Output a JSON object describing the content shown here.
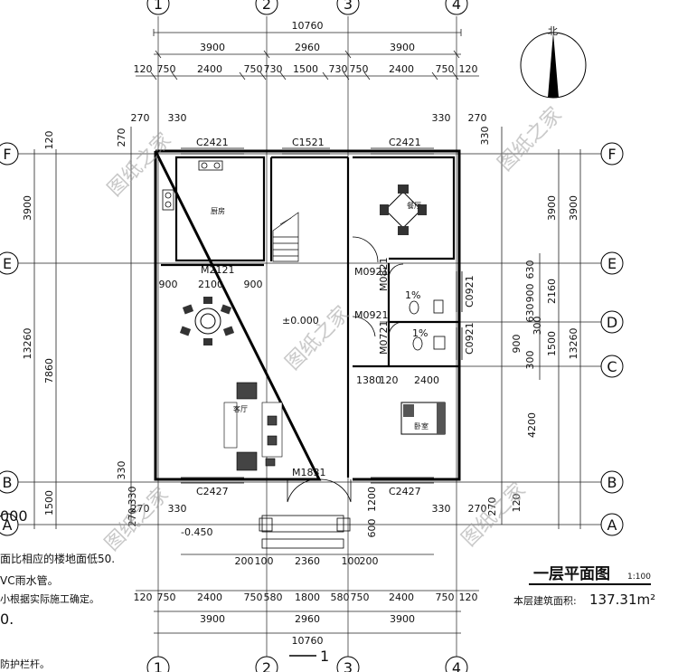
{
  "axes": {
    "cols": [
      "1",
      "2",
      "3",
      "4"
    ],
    "rows": [
      "F",
      "E",
      "D",
      "C",
      "B",
      "A"
    ]
  },
  "dims": {
    "top_total": "10760",
    "top_mid": [
      "3900",
      "2960",
      "3900"
    ],
    "top_detail": [
      "120",
      "750",
      "2400",
      "750",
      "730",
      "1500",
      "730",
      "750",
      "2400",
      "750",
      "120"
    ],
    "bottom_total": "10760",
    "bottom_mid": [
      "3900",
      "2960",
      "3900"
    ],
    "bottom_detail": [
      "120",
      "750",
      "2400",
      "750",
      "580",
      "1800",
      "580",
      "750",
      "2400",
      "750",
      "120"
    ],
    "step_row": [
      "200",
      "100",
      "2360",
      "100",
      "200"
    ],
    "left_outer": [
      "3900",
      "13260",
      "7860",
      "1500"
    ],
    "left_inner": [
      "120",
      "270",
      "330",
      "330",
      "270"
    ],
    "right_outer": [
      "3900",
      "13260"
    ],
    "right_inner": [
      "3900",
      "2160",
      "4200",
      "1500",
      "900",
      "300",
      "630",
      "900",
      "630",
      "300",
      "1200",
      "600",
      "270",
      "330",
      "120"
    ],
    "kitchen_door": [
      "900",
      "2100",
      "900"
    ],
    "bedroom_dims": [
      "1380",
      "120",
      "2400"
    ],
    "corner_pairs": [
      "270",
      "330",
      "330",
      "270"
    ]
  },
  "windows": {
    "kitchen": "C2421",
    "stair": "C1521",
    "dining": "C2421",
    "bottom_left": "C2427",
    "bottom_right": "C2427",
    "wc1": "C0921",
    "wc2": "C0921"
  },
  "doors": {
    "kitchen": "M2121",
    "main": "M1831",
    "wc_a": "M0921",
    "wc_b": "M0921",
    "side_a": "M0821",
    "side_b": "M0721"
  },
  "rooms": {
    "kitchen": "厨房",
    "dining": "餐厅",
    "living": "客厅",
    "bedroom": "卧室"
  },
  "levels": {
    "floor": "±0.000",
    "outside": "-0.450",
    "slope1": "1%",
    "slope2": "1%",
    "left_cut": "000"
  },
  "notes": [
    "面比相应的楼地面低50.",
    "VC雨水管。",
    "小根据实际施工确定。",
    "0.",
    "防护栏杆。"
  ],
  "section_mark": "1",
  "north_label": "北",
  "title": {
    "main": "一层平面图",
    "scale": "1:100",
    "area_label": "本层建筑面积:",
    "area_value": "137.31m²"
  },
  "watermark": "图纸之家"
}
